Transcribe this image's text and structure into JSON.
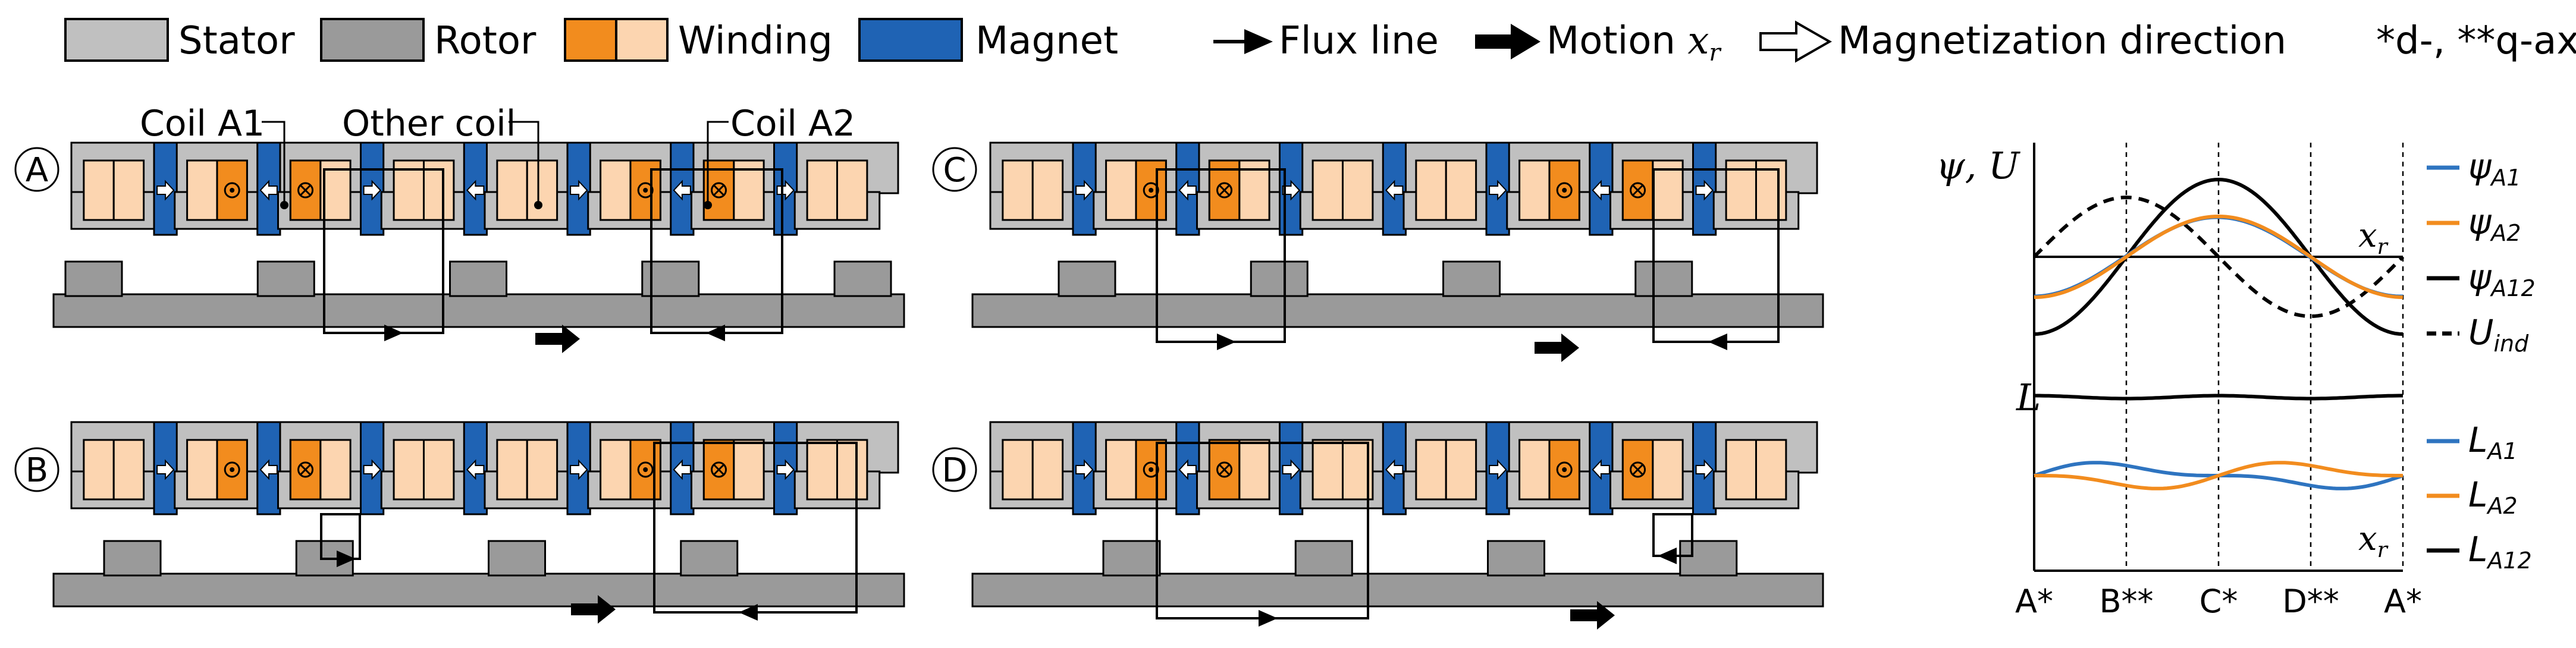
{
  "legend": {
    "stator": "Stator",
    "rotor": "Rotor",
    "winding": "Winding",
    "magnet": "Magnet",
    "flux_line": "Flux line",
    "motion": "Motion ",
    "motion_var": "x",
    "motion_sub": "r",
    "magnetization": "Magnetization direction",
    "axis_note": "*d-, **q-axis"
  },
  "colors": {
    "stator": "#c0c0c0",
    "rotor": "#9a9a9a",
    "winding_dark": "#f28c1e",
    "winding_light": "#fcd5b0",
    "magnet": "#1f63b4",
    "series_A1": "#2e74c0",
    "series_A2": "#f28c1e",
    "series_A12": "#000000"
  },
  "panels": [
    {
      "label": "A",
      "annotations": {
        "coil_a1": "Coil A1",
        "other_coil": "Other coil",
        "coil_a2": "Coil A2"
      }
    },
    {
      "label": "B"
    },
    {
      "label": "C"
    },
    {
      "label": "D"
    }
  ],
  "plot": {
    "ylabel_top": "ψ, U",
    "ylabel_bottom": "L",
    "xvar": "x",
    "xvar_sub": "r",
    "xticks": [
      "A*",
      "B**",
      "C*",
      "D**",
      "A*"
    ],
    "legend_top": [
      {
        "sym": "ψ",
        "sub": "A1",
        "color": "#2e74c0",
        "dash": false
      },
      {
        "sym": "ψ",
        "sub": "A2",
        "color": "#f28c1e",
        "dash": false
      },
      {
        "sym": "ψ",
        "sub": "A12",
        "color": "#000000",
        "dash": false
      },
      {
        "sym": "U",
        "sub": "ind",
        "color": "#000000",
        "dash": true
      }
    ],
    "legend_bottom": [
      {
        "sym": "L",
        "sub": "A1",
        "color": "#2e74c0"
      },
      {
        "sym": "L",
        "sub": "A2",
        "color": "#f28c1e"
      },
      {
        "sym": "L",
        "sub": "A12",
        "color": "#000000"
      }
    ]
  }
}
